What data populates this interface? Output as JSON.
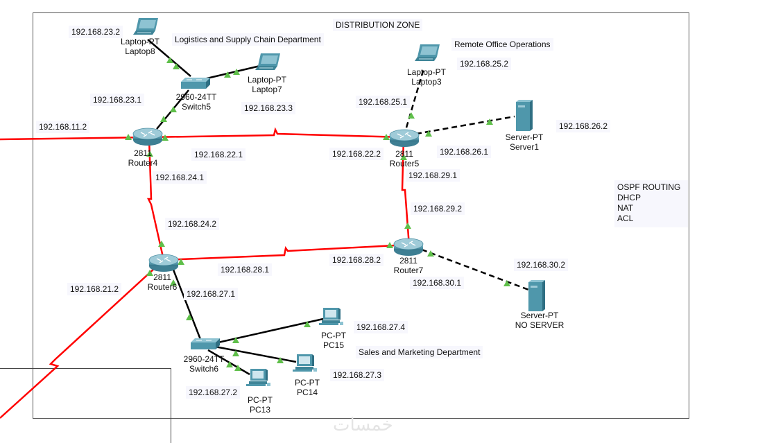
{
  "zone_title": "DISTRIBUTION ZONE",
  "departments": {
    "logistics": "Logistics and Supply Chain Department",
    "remote": "Remote Office Operations",
    "sales": "Sales and Marketing Department"
  },
  "notes": [
    "OSPF ROUTING",
    "DHCP",
    "NAT",
    "ACL"
  ],
  "devices": {
    "laptop8": {
      "model": "Laptop-PT",
      "name": "Laptop8"
    },
    "laptop7": {
      "model": "Laptop-PT",
      "name": "Laptop7"
    },
    "laptop3": {
      "model": "Laptop-PT",
      "name": "Laptop3"
    },
    "switch5": {
      "model": "2960-24TT",
      "name": "Switch5"
    },
    "switch6": {
      "model": "2960-24TT",
      "name": "Switch6"
    },
    "router4": {
      "model": "2811",
      "name": "Router4"
    },
    "router5": {
      "model": "2811",
      "name": "Router5"
    },
    "router6": {
      "model": "2811",
      "name": "Router6"
    },
    "router7": {
      "model": "2811",
      "name": "Router7"
    },
    "server1": {
      "model": "Server-PT",
      "name": "Server1"
    },
    "noserver": {
      "model": "Server-PT",
      "name": "NO SERVER"
    },
    "pc13": {
      "model": "PC-PT",
      "name": "PC13"
    },
    "pc14": {
      "model": "PC-PT",
      "name": "PC14"
    },
    "pc15": {
      "model": "PC-PT",
      "name": "PC15"
    }
  },
  "ip_labels": {
    "laptop8": "192.168.23.2",
    "sw5_gw": "192.168.23.1",
    "laptop7": "192.168.23.3",
    "r4_ext": "192.168.11.2",
    "r4_r5": "192.168.22.1",
    "r4_r6": "192.168.24.1",
    "laptop3": "192.168.25.2",
    "r5_lap": "192.168.25.1",
    "r5_r4": "192.168.22.2",
    "r5_srv": "192.168.26.1",
    "server1": "192.168.26.2",
    "r5_r7": "192.168.29.1",
    "r7_r5": "192.168.29.2",
    "r6_r4": "192.168.24.2",
    "r6_r7": "192.168.28.1",
    "r7_r6": "192.168.28.2",
    "r6_ext": "192.168.21.2",
    "r6_sw6": "192.168.27.1",
    "r7_srv": "192.168.30.1",
    "noserver": "192.168.30.2",
    "pc15": "192.168.27.4",
    "pc14": "192.168.27.3",
    "pc13": "192.168.27.2"
  },
  "colors": {
    "serial_link": "#ff0000",
    "ethernet_link": "#000000",
    "port_up": "#5fbf4a",
    "device_fill": "#4f97ab"
  },
  "watermark": "خمسات"
}
